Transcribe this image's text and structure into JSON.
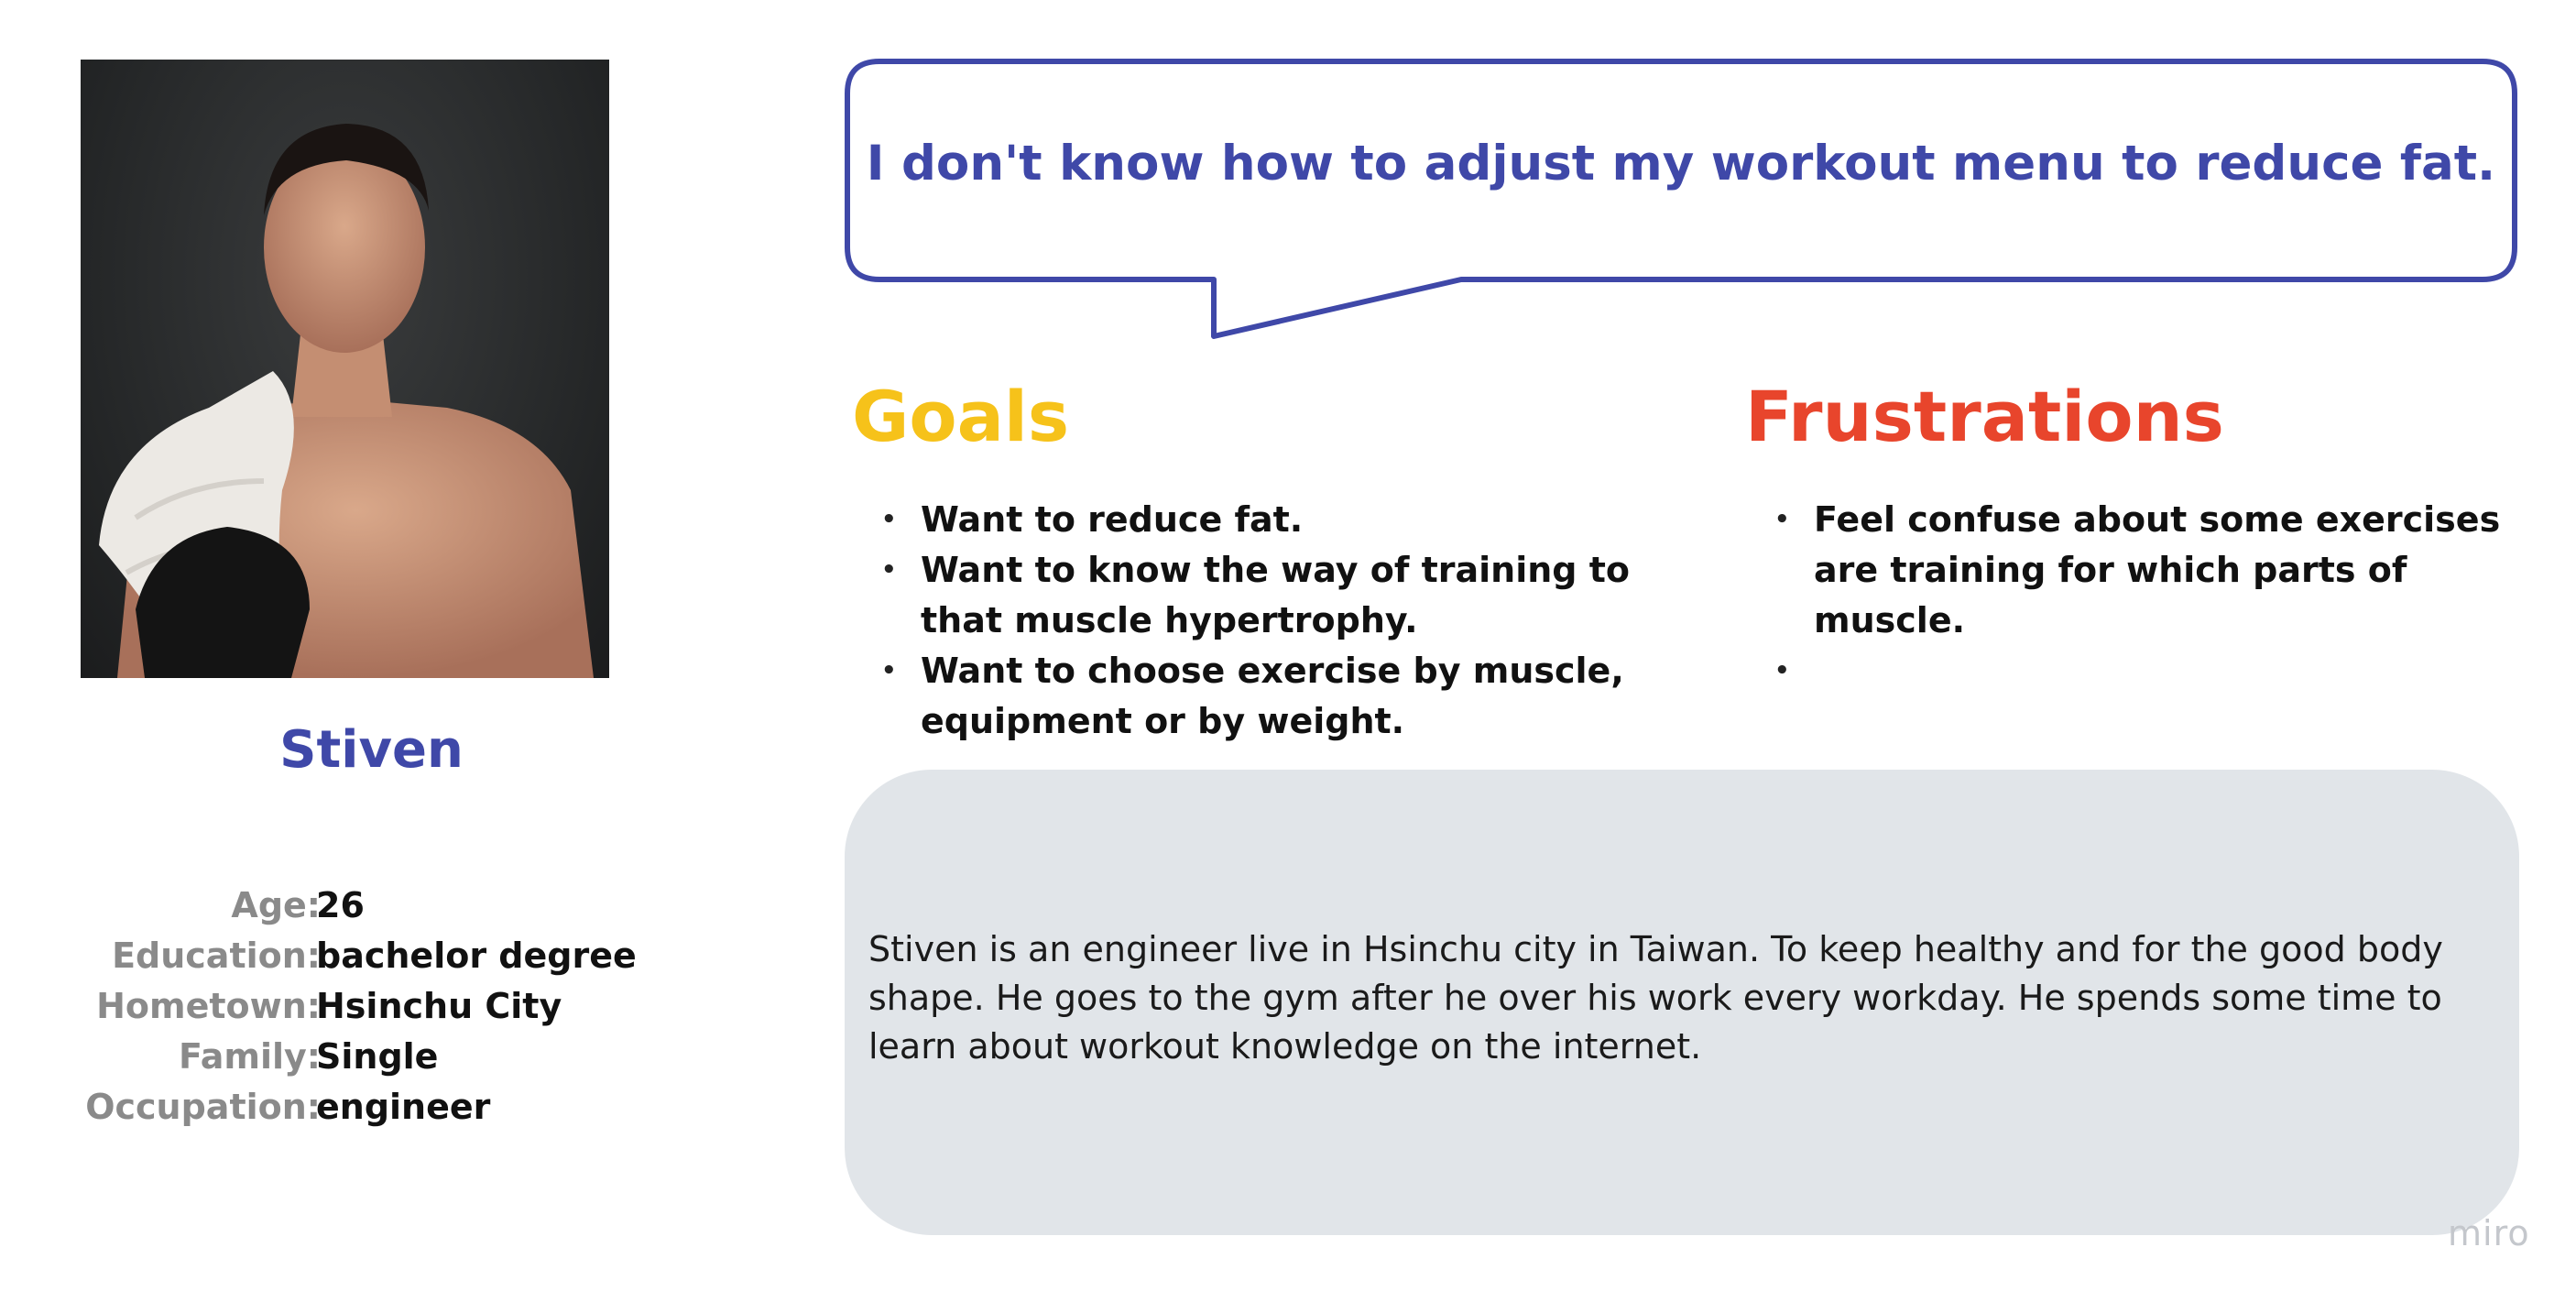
{
  "persona": {
    "name": "Stiven",
    "quote": "I don't know how to adjust my workout menu to reduce fat."
  },
  "info": [
    {
      "label": "Age:",
      "value": "26"
    },
    {
      "label": "Education:",
      "value": "bachelor degree"
    },
    {
      "label": "Hometown:",
      "value": "Hsinchu City"
    },
    {
      "label": "Family:",
      "value": "Single"
    },
    {
      "label": "Occupation:",
      "value": "engineer"
    }
  ],
  "goals": {
    "title": "Goals",
    "items": [
      "Want to reduce fat.",
      "Want to know the way of training to that muscle hypertrophy.",
      "Want to choose exercise by muscle, equipment or by weight."
    ]
  },
  "frustrations": {
    "title": "Frustrations",
    "items": [
      "Feel confuse about some exercises are training for which parts of muscle.",
      ""
    ]
  },
  "bio": "Stiven is an engineer live in Hsinchu city in Taiwan. To keep healthy and for the good body shape. He goes to the gym after he over his work every workday. He spends some time to learn about workout knowledge on the internet.",
  "watermark": "miro",
  "colors": {
    "accent": "#3f48a8",
    "goals": "#f6c21a",
    "frustrations": "#e8452c",
    "card": "#e1e5e9"
  }
}
